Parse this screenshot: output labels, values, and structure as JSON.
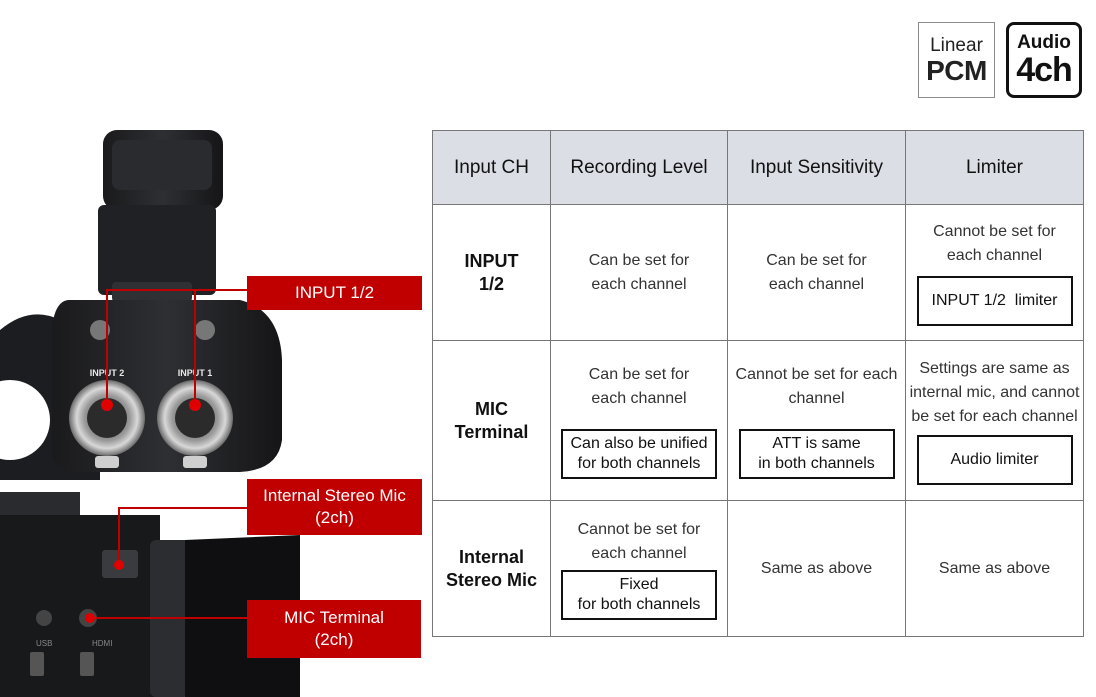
{
  "badges": {
    "linear_pcm": {
      "line1": "Linear",
      "line2": "PCM"
    },
    "audio_4ch": {
      "line1": "Audio",
      "line2": "4ch"
    }
  },
  "camera": {
    "input2_label": "INPUT 2",
    "input1_label": "INPUT 1",
    "usb_label": "USB",
    "hdmi_label": "HDMI"
  },
  "callouts": {
    "input": "INPUT 1/2",
    "internal_mic_line1": "Internal Stereo Mic",
    "internal_mic_line2": "(2ch)",
    "mic_terminal_line1": "MIC Terminal",
    "mic_terminal_line2": "(2ch)"
  },
  "colors": {
    "accent_red": "#c00000",
    "header_bg": "#dcdee6"
  },
  "table": {
    "headers": [
      "Input CH",
      "Recording Level",
      "Input Sensitivity",
      "Limiter"
    ],
    "rows": [
      {
        "head": [
          "INPUT",
          "1/2"
        ],
        "recording_level": {
          "text": [
            "Can be set for",
            "each channel"
          ]
        },
        "input_sensitivity": {
          "text": [
            "Can be set for",
            "each channel"
          ]
        },
        "limiter": {
          "text": [
            "Cannot be set for",
            "each channel"
          ],
          "note": [
            "INPUT 1/2  limiter"
          ]
        }
      },
      {
        "head": [
          "MIC",
          "Terminal"
        ],
        "recording_level": {
          "text": [
            "Can be set for",
            "each channel"
          ],
          "note": [
            "Can also be unified",
            "for both channels"
          ]
        },
        "input_sensitivity": {
          "text": [
            "Cannot be set for each",
            "channel"
          ],
          "note": [
            "ATT is same",
            "in both channels"
          ]
        },
        "limiter": {
          "text": [
            "Settings are same as",
            "internal mic, and cannot",
            "be set for each channel"
          ],
          "note": [
            "Audio limiter"
          ]
        }
      },
      {
        "head": [
          "Internal",
          "Stereo Mic"
        ],
        "recording_level": {
          "text": [
            "Cannot be set for",
            "each channel"
          ],
          "note": [
            "Fixed",
            "for both channels"
          ]
        },
        "input_sensitivity": {
          "text": [
            "Same as above"
          ]
        },
        "limiter": {
          "text": [
            "Same as above"
          ]
        }
      }
    ]
  }
}
